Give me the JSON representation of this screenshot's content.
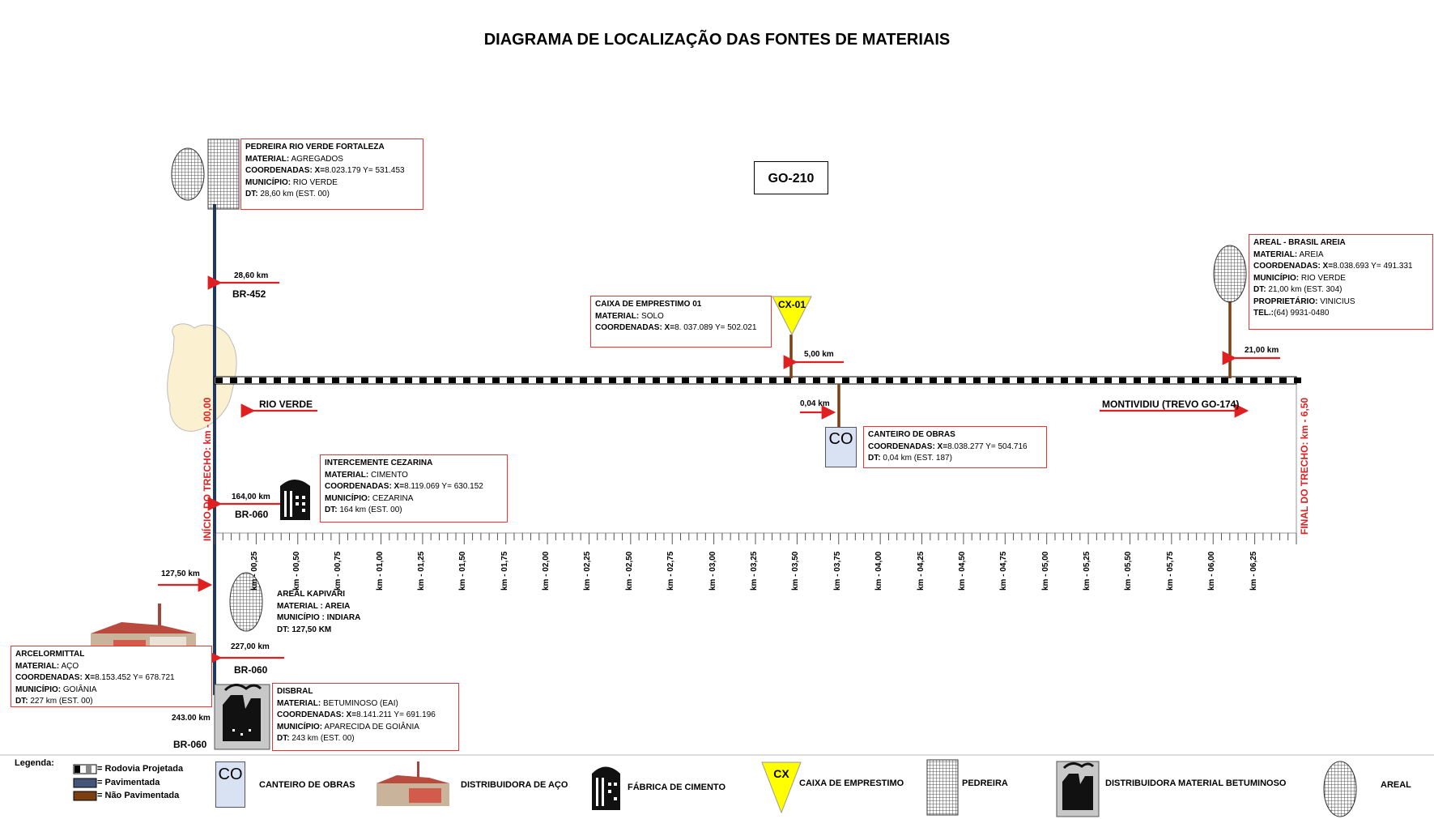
{
  "title": "DIAGRAMA DE LOCALIZAÇÃO DAS FONTES DE MATERIAIS",
  "road_name": "GO-210",
  "start_label": "INÍCIO DO TRECHO: km - 00,00",
  "end_label": "FINAL DO TRECHO: km - 6,50",
  "direction_left": "RIO VERDE",
  "direction_right": "MONTIVIDIU (TREVO GO-174)",
  "km_ticks": [
    "km - 00,25",
    "km - 00,50",
    "km - 00,75",
    "km - 01,00",
    "km - 01,25",
    "km - 01,50",
    "km - 01,75",
    "km - 02,00",
    "km - 02,25",
    "km - 02,50",
    "km - 02,75",
    "km - 03,00",
    "km - 03,25",
    "km - 03,50",
    "km - 03,75",
    "km - 04,00",
    "km - 04,25",
    "km - 04,50",
    "km - 04,75",
    "km - 05,00",
    "km - 05,25",
    "km - 05,50",
    "km - 05,75",
    "km - 06,00",
    "km - 06,25"
  ],
  "sources": {
    "pedreira": {
      "name": "PEDREIRA RIO VERDE FORTALEZA",
      "material_label": "MATERIAL:",
      "material": "AGREGADOS",
      "coord_label": "COORDENADAS: X=",
      "coords": "8.023.179  Y= 531.453",
      "municipio_label": "MUNICÍPIO:",
      "municipio": "RIO VERDE",
      "dt_label": "DT:",
      "dt": "28,60 km (EST. 00)",
      "distance": "28,60 km",
      "road": "BR-452"
    },
    "areal_brasil": {
      "name": "AREAL - BRASIL AREIA",
      "material_label": "MATERIAL:",
      "material": "AREIA",
      "coord_label": "COORDENADAS: X=",
      "coords": "8.038.693  Y= 491.331",
      "municipio_label": "MUNICÍPIO:",
      "municipio": "RIO VERDE",
      "dt_label": "DT:",
      "dt": "21,00 km (EST. 304)",
      "prop_label": "PROPRIETÁRIO:",
      "prop": "VINICIUS",
      "tel_label": "TEL.:",
      "tel": "(64) 9931-0480",
      "distance": "21,00 km"
    },
    "caixa": {
      "name": "CAIXA DE EMPRESTIMO  01",
      "material_label": "MATERIAL:",
      "material": "SOLO",
      "coord_label": "COORDENADAS: X=",
      "coords": "8. 037.089 Y= 502.021",
      "marker": "CX-01",
      "distance": "5,00 km"
    },
    "canteiro": {
      "name": "CANTEIRO DE OBRAS",
      "coord_label": "COORDENADAS: X=",
      "coords": "8.038.277  Y= 504.716",
      "dt_label": "DT:",
      "dt": "0,04 km (EST. 187)",
      "marker": "CO",
      "distance": "0,04 km"
    },
    "intercemente": {
      "name": "INTERCEMENTE CEZARINA",
      "material_label": "MATERIAL:",
      "material": "CIMENTO",
      "coord_label": "COORDENADAS: X=",
      "coords": "8.119.069  Y= 630.152",
      "municipio_label": "MUNICÍPIO:",
      "municipio": "CEZARINA",
      "dt_label": "DT:",
      "dt": "164 km (EST. 00)",
      "distance": "164,00 km",
      "road": "BR-060"
    },
    "areal_kapivari": {
      "line1": "AREAL KAPIVARI",
      "line2": "MATERIAL : AREIA",
      "line3": "MUNICÍPIO : INDIARA",
      "line4": "DT: 127,50 KM",
      "distance": "127,50 km"
    },
    "arcelormittal": {
      "name": "ARCELORMITTAL",
      "material_label": "MATERIAL:",
      "material": "AÇO",
      "coord_label": "COORDENADAS: X=",
      "coords": "8.153.452  Y= 678.721",
      "municipio_label": "MUNICÍPIO:",
      "municipio": "GOIÂNIA",
      "dt_label": "DT:",
      "dt": "227 km (EST. 00)",
      "distance": "227,00 km",
      "road": "BR-060"
    },
    "disbral": {
      "name": "DISBRAL",
      "material_label": "MATERIAL:",
      "material": "BETUMINOSO   (EAI)",
      "coord_label": "COORDENADAS: X=",
      "coords": "8.141.211  Y= 691.196",
      "municipio_label": "MUNICÍPIO:",
      "municipio": "APARECIDA  DE GOIÂNIA",
      "dt_label": "DT:",
      "dt": "243 km (EST. 00)",
      "distance": "243.00 km",
      "road": "BR-060"
    }
  },
  "legend": {
    "title": "Legenda:",
    "road_types": [
      "Rodovia Projetada",
      "Pavimentada",
      "Não Pavimentada"
    ],
    "road_prefix": "=",
    "co_marker": "CO",
    "cx_marker": "CX",
    "items": {
      "canteiro": "CANTEIRO DE OBRAS",
      "aco": "DISTRIBUIDORA DE AÇO",
      "cimento": "FÁBRICA DE CIMENTO",
      "caixa": "CAIXA DE EMPRESTIMO",
      "pedreira": "PEDREIRA",
      "betuminoso": "DISTRIBUIDORA MATERIAL BETUMINOSO",
      "areal": "AREAL"
    }
  },
  "colors": {
    "arrow": "#e02020",
    "paved": "#1f3864",
    "unpaved": "#7b3f12",
    "box_border": "#e33333",
    "co_fill": "#d9e2f3",
    "cx_fill": "#ffff00",
    "city_blob": "#fbf0cf"
  }
}
